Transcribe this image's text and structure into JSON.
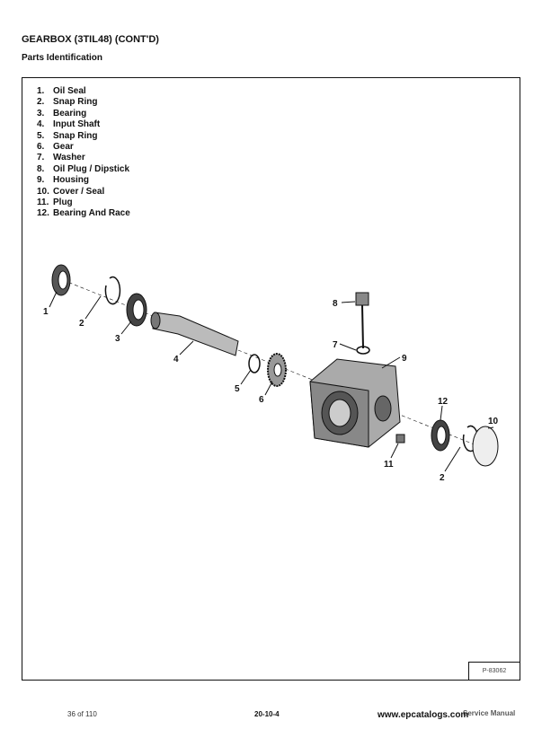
{
  "header": {
    "title": "GEARBOX (3TIL48) (CONT'D)",
    "subtitle": "Parts Identification"
  },
  "parts": [
    {
      "num": "1.",
      "name": "Oil Seal"
    },
    {
      "num": "2.",
      "name": "Snap Ring"
    },
    {
      "num": "3.",
      "name": "Bearing"
    },
    {
      "num": "4.",
      "name": "Input Shaft"
    },
    {
      "num": "5.",
      "name": "Snap Ring"
    },
    {
      "num": "6.",
      "name": "Gear"
    },
    {
      "num": "7.",
      "name": "Washer"
    },
    {
      "num": "8.",
      "name": "Oil Plug / Dipstick"
    },
    {
      "num": "9.",
      "name": "Housing"
    },
    {
      "num": "10.",
      "name": "Cover / Seal"
    },
    {
      "num": "11.",
      "name": "Plug"
    },
    {
      "num": "12.",
      "name": "Bearing And Race"
    }
  ],
  "callouts": {
    "c1": "1",
    "c2a": "2",
    "c3": "3",
    "c4": "4",
    "c5": "5",
    "c6": "6",
    "c7": "7",
    "c8": "8",
    "c9": "9",
    "c10": "10",
    "c11": "11",
    "c12": "12",
    "c2b": "2"
  },
  "figure_id": "P-83062",
  "footer": {
    "page": "36 of 110",
    "section": "20-10-4",
    "watermark": "www.epcatalogs.com",
    "manual": "Service Manual"
  }
}
